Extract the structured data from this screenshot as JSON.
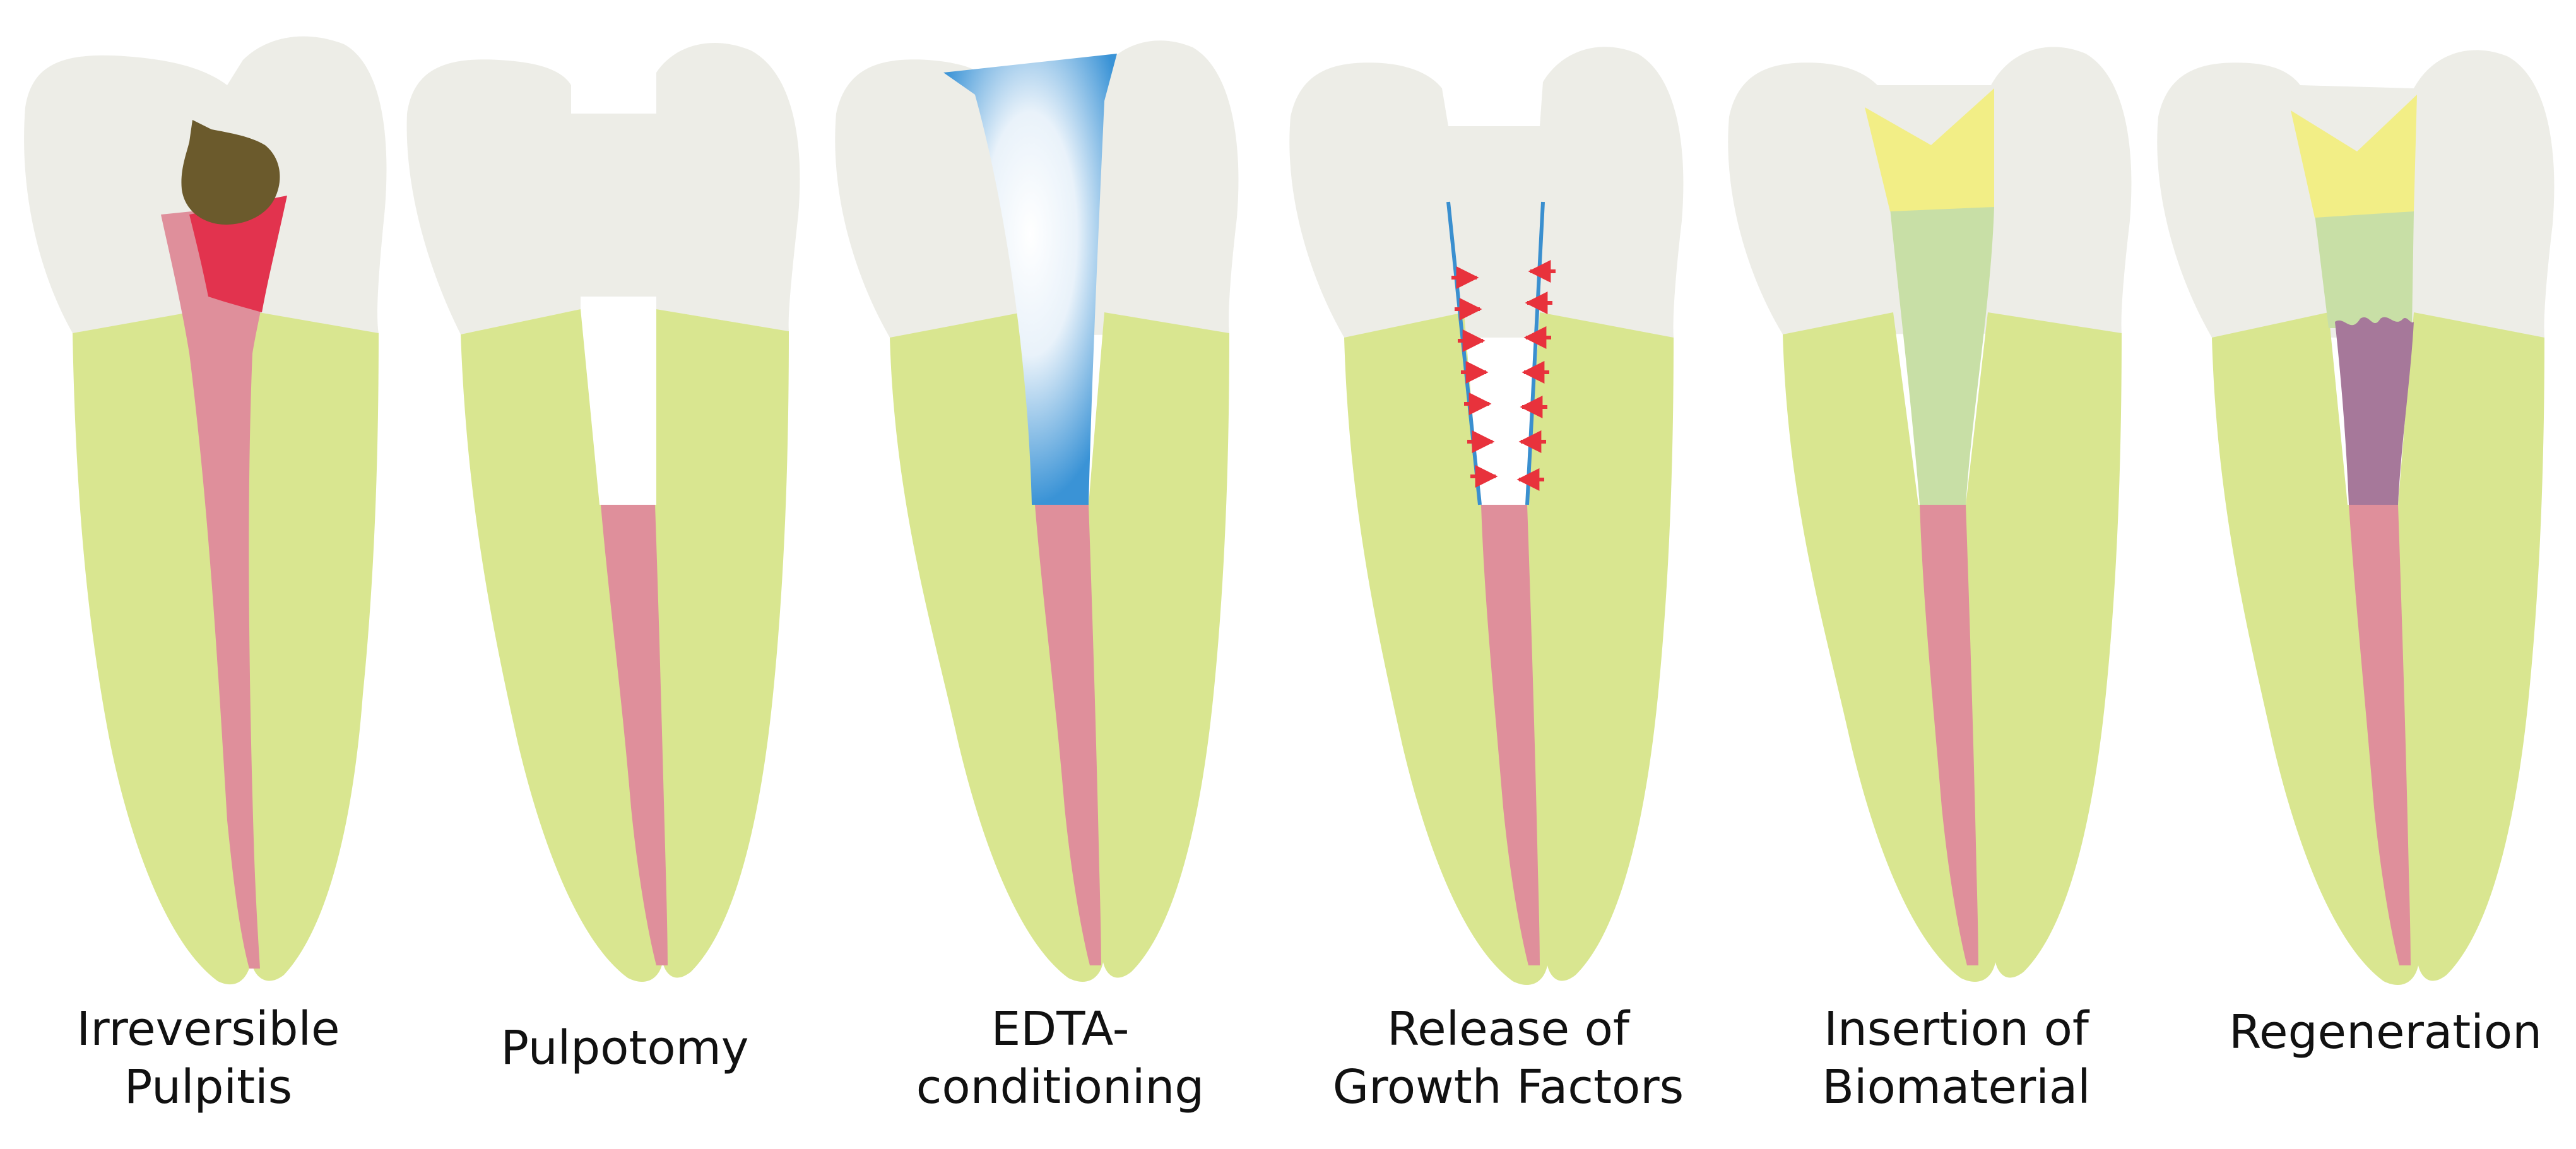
{
  "colors": {
    "crown": "#ededE7",
    "root": "#d9e690",
    "pulp": "#df8f9b",
    "caries": "#6b5a2c",
    "inflamed": "#e2334e",
    "edta": "#3a93d6",
    "growth_factor_arrow": "#e8323c",
    "growth_factor_line": "#3a8fcf",
    "cap": "#f2ee86",
    "biomaterial": "#c8dfa6",
    "regenerated_tissue": "#a6789a",
    "label_text": "#111111"
  },
  "steps": [
    {
      "label_line1": "Irreversible",
      "label_line2": "Pulpitis"
    },
    {
      "label_line1": "Pulpotomy",
      "label_line2": ""
    },
    {
      "label_line1": "EDTA-",
      "label_line2": "conditioning"
    },
    {
      "label_line1": "Release of",
      "label_line2": "Growth Factors"
    },
    {
      "label_line1": "Insertion of",
      "label_line2": "Biomaterial"
    },
    {
      "label_line1": "Regeneration",
      "label_line2": ""
    }
  ]
}
